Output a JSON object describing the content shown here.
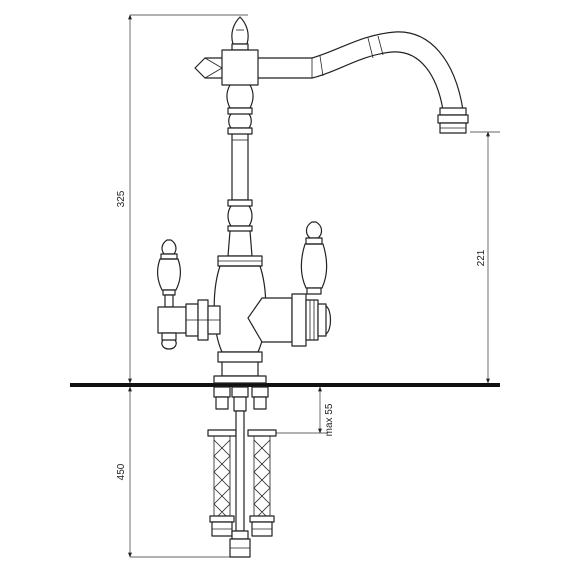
{
  "dimensions": {
    "total_height": "325",
    "spout_height": "221",
    "hose_length": "450",
    "max_thickness": "max 55"
  },
  "colors": {
    "line": "#222222",
    "background": "#ffffff",
    "countertop": "#111111"
  }
}
